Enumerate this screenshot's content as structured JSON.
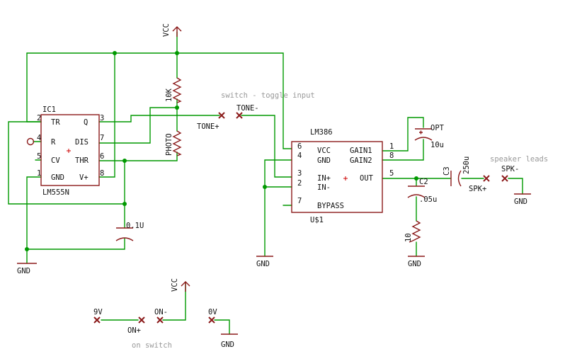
{
  "power": {
    "vcc": "VCC",
    "gnd": "GND"
  },
  "ic1": {
    "name": "IC1",
    "value": "LM555N",
    "pins": {
      "tr": "TR",
      "r": "R",
      "cv": "CV",
      "gnd": "GND",
      "q": "Q",
      "dis": "DIS",
      "thr": "THR",
      "vplus": "V+"
    },
    "pin_numbers": {
      "tr": "2",
      "r": "4",
      "cv": "5",
      "gnd": "1",
      "q": "3",
      "dis": "7",
      "thr": "6",
      "vplus": "8"
    }
  },
  "amp": {
    "title": "LM386",
    "name": "U$1",
    "pins": {
      "vcc": "VCC",
      "gnd": "GND",
      "inp": "IN+",
      "inm": "IN-",
      "bypass": "BYPASS",
      "gain1": "GAIN1",
      "gain2": "GAIN2",
      "out": "OUT"
    },
    "pin_numbers": {
      "vcc": "6",
      "gnd": "4",
      "inp": "3",
      "inm": "2",
      "bypass": "7",
      "gain1": "1",
      "gain2": "8",
      "out": "5"
    }
  },
  "components": {
    "r_10k": "10K",
    "photo": "PHOTO",
    "c_01u": "0.1U",
    "c_opt": "OPT",
    "c_opt_val": "10u",
    "c2": "C2",
    "c2_val": ".05u",
    "c3": "C3",
    "c3_val": "250u",
    "r_10": "10"
  },
  "connectors": {
    "tone_minus": "TONE-",
    "tone_plus": "TONE+",
    "spk_plus": "SPK+",
    "spk_minus": "SPK-",
    "v9": "9V",
    "on_plus": "ON+",
    "on_minus": "ON-",
    "v0": "0V"
  },
  "notes": {
    "toggle": "switch - toggle input",
    "speaker": "speaker leads",
    "on_switch": "on switch"
  }
}
